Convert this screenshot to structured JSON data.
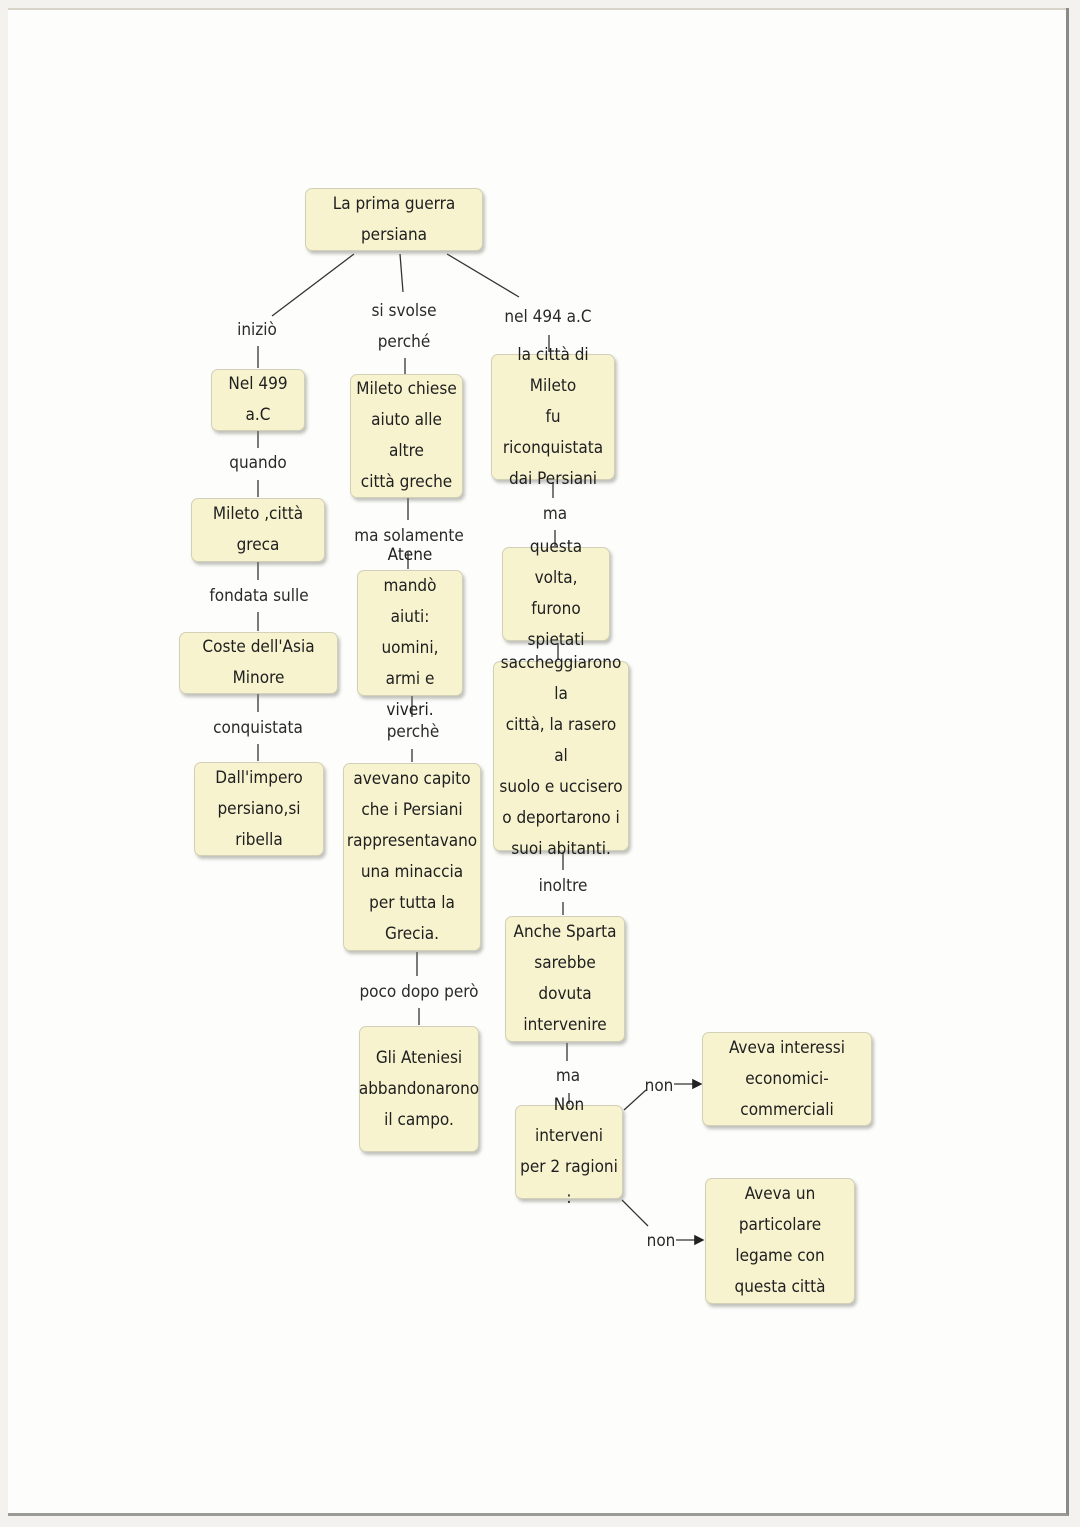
{
  "diagram": {
    "title": "La prima guerra persiana",
    "columns": {
      "left": {
        "link_start": "iniziò",
        "nodes": [
          "Nel 499 a.C",
          "Mileto ,città greca",
          "Coste dell'Asia Minore",
          "Dall'impero\npersiano,si ribella"
        ],
        "links": [
          "quando",
          "fondata sulle",
          "conquistata"
        ]
      },
      "middle": {
        "link_start": "si svolse\nperché",
        "nodes": [
          "Mileto chiese\naiuto alle altre\ncittà greche",
          "Atene mandò\naiuti: uomini,\narmi e viveri.",
          "avevano capito\nche i Persiani\nrappresentavano\nuna minaccia\nper tutta la Grecia.",
          "Gli Ateniesi\nabbandonarono\nil campo."
        ],
        "links": [
          "ma solamente",
          "perchè",
          "poco dopo però"
        ]
      },
      "right": {
        "link_start": "nel 494 a.C",
        "nodes": [
          "la città di Mileto\nfu riconquistata\ndai Persiani",
          "questa volta,\nfurono spietati",
          "saccheggiarono la\ncittà, la rasero al\nsuolo e uccisero\no deportarono i\nsuoi abitanti.",
          "Anche Sparta\nsarebbe dovuta\nintervenire",
          "Non interveni\nper 2 ragioni :"
        ],
        "links": [
          "ma",
          "inoltre",
          "ma"
        ]
      },
      "reasons": {
        "link_label": "non",
        "nodes": [
          "Aveva interessi\neconomici-commerciali",
          "Aveva un particolare\nlegame con\nquesta città"
        ]
      }
    }
  }
}
